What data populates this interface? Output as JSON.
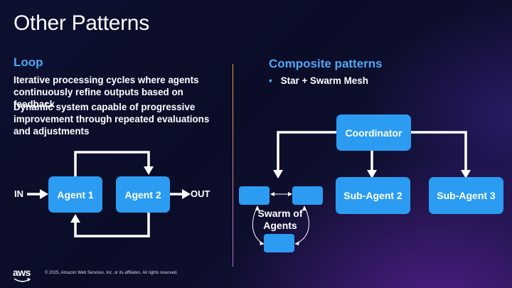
{
  "title": "Other Patterns",
  "loop": {
    "heading": "Loop",
    "desc1": "Iterative processing cycles where agents continuously refine outputs based on feedback",
    "desc2": "Dynamic system capable of progressive improvement through repeated evaluations and adjustments",
    "in_label": "IN",
    "out_label": "OUT",
    "agent1": "Agent 1",
    "agent2": "Agent 2"
  },
  "composite": {
    "heading": "Composite patterns",
    "bullet": "Star + Swarm Mesh",
    "coordinator": "Coordinator",
    "sub_agent_2": "Sub-Agent 2",
    "sub_agent_3": "Sub-Agent 3",
    "swarm_line1": "Swarm of",
    "swarm_line2": "Agents"
  },
  "footer": {
    "logo": "aws",
    "copyright": "© 2025, Amazon Web Services, Inc. or its affiliates. All rights reserved."
  },
  "colors": {
    "accent": "#4ea8f7",
    "box": "#2b9cf2"
  }
}
